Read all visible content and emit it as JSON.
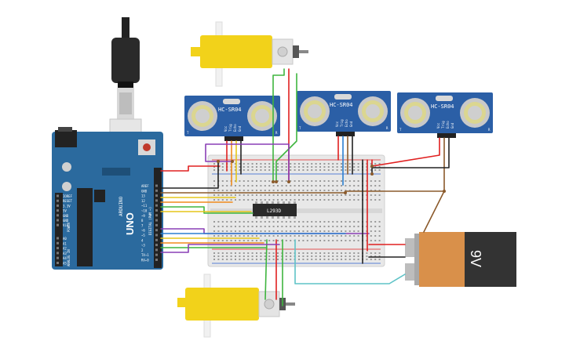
{
  "sensors": [
    {
      "label": "HC-SR04",
      "pins": [
        "Vcc",
        "Trig",
        "Echo",
        "Gnd"
      ],
      "side_left": "T",
      "side_right": "R"
    },
    {
      "label": "HC-SR04",
      "pins": [
        "Vcc",
        "Trig",
        "Echo",
        "Gnd"
      ],
      "side_left": "T",
      "side_right": "R"
    },
    {
      "label": "HC-SR04",
      "pins": [
        "Vcc",
        "Trig",
        "Echo",
        "Gnd"
      ],
      "side_left": "T",
      "side_right": "R"
    }
  ],
  "chip": {
    "label": "L293D"
  },
  "battery": {
    "label": "9V"
  },
  "arduino": {
    "brand": "ARDUINO",
    "model": "UNO",
    "digital_label": "DIGITAL (PWM ~)",
    "power_label": "POWER",
    "analog_label": "ANALOG IN",
    "top_pins": [
      "AREF",
      "GND",
      "13",
      "12",
      "~11",
      "~10",
      "~9",
      "8",
      "7",
      "~6",
      "~5",
      "4",
      "~3",
      "2",
      "TX→1",
      "RX←0"
    ],
    "power_pins": [
      "IOREF",
      "RESET",
      "3.3V",
      "5V",
      "GND",
      "GND",
      "Vin"
    ],
    "analog_pins": [
      "A0",
      "A1",
      "A2",
      "A3",
      "A4",
      "A5"
    ]
  },
  "colors": {
    "arduino": "#2b6a9e",
    "sensor_board": "#2b5fa6",
    "motor": "#f2d21a",
    "breadboard": "#e8e8e8",
    "battery_body": "#333333",
    "battery_label": "#d9904a",
    "wire_red": "#e02020",
    "wire_black": "#222222",
    "wire_green": "#3fb53f",
    "wire_purple": "#8a3fb5",
    "wire_orange": "#f08a1c",
    "wire_blue": "#2a7fd0",
    "wire_yellow": "#e6c619",
    "wire_brown": "#8b5a2b",
    "wire_cyan": "#5fc3c7"
  }
}
